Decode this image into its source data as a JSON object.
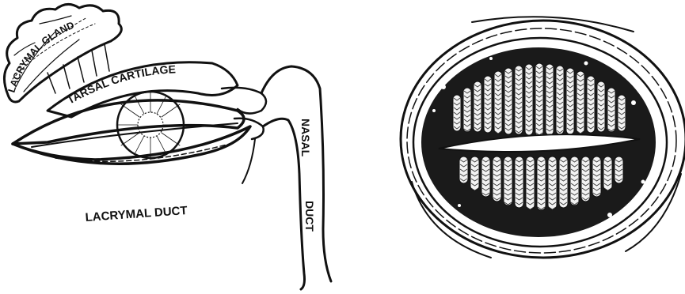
{
  "figure": {
    "left_panel": {
      "labels": {
        "lacrymal_gland": "LACRYMAL GLAND",
        "tarsal_cartilage": "TARSAL CARTILAGE",
        "lacrymal_duct": "LACRYMAL DUCT",
        "nasal_duct_word1": "NASAL",
        "nasal_duct_word2": "DUCT"
      }
    },
    "colors": {
      "ink": "#111111",
      "paper": "#ffffff"
    }
  }
}
